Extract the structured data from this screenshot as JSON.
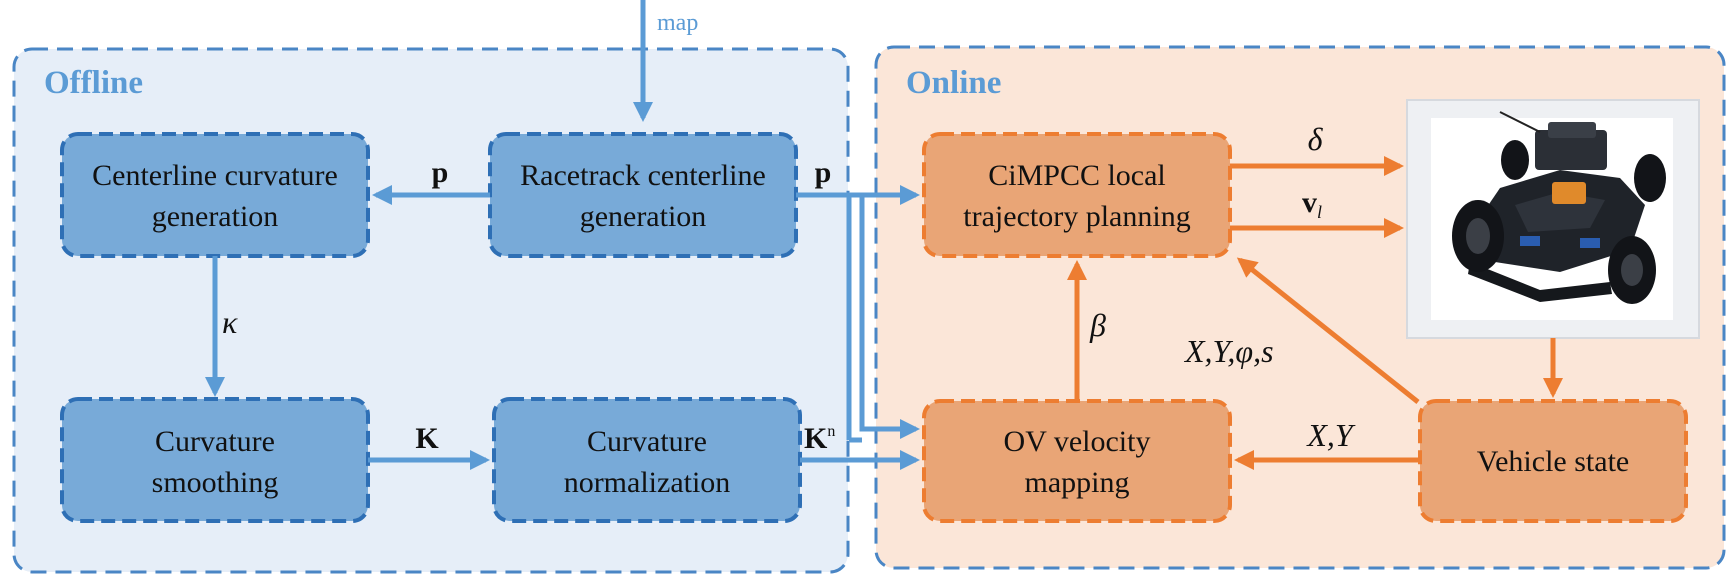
{
  "input": {
    "map_label": "map"
  },
  "regions": {
    "offline": {
      "label": "Offline",
      "fill": "#e6eef8",
      "stroke": "#4a86c5"
    },
    "online": {
      "label": "Online",
      "fill": "#fbe6d8",
      "stroke": "#4a86c5"
    }
  },
  "boxes": {
    "centerline_curvature": {
      "line1": "Centerline curvature",
      "line2": "generation"
    },
    "racetrack_centerline": {
      "line1": "Racetrack centerline",
      "line2": "generation"
    },
    "curvature_smoothing": {
      "line1": "Curvature",
      "line2": "smoothing"
    },
    "curvature_normalization": {
      "line1": "Curvature",
      "line2": "normalization"
    },
    "cimpcc": {
      "line1": "CiMPCC local",
      "line2": "trajectory planning"
    },
    "ov_velocity": {
      "line1": "OV velocity",
      "line2": "mapping"
    },
    "vehicle_state": {
      "line1": "Vehicle state"
    }
  },
  "edge_labels": {
    "p_left": "p",
    "p_right": "p",
    "kappa": "κ",
    "K": "K",
    "Kn_base": "K",
    "Kn_sup": "n",
    "delta": "δ",
    "v_base": "v",
    "v_sub": "l",
    "beta": "β",
    "state_full": "X,Y,φ,s",
    "state_xy": "X,Y"
  },
  "colors": {
    "blue_box_fill": "#78aad8",
    "blue_box_stroke": "#2e6fb5",
    "orange_box_fill": "#e9a576",
    "orange_box_stroke": "#ed7d31",
    "blue_arrow": "#5b9bd5",
    "orange_arrow": "#ed7d31"
  },
  "icons": {
    "vehicle": "rc-car-photo"
  }
}
